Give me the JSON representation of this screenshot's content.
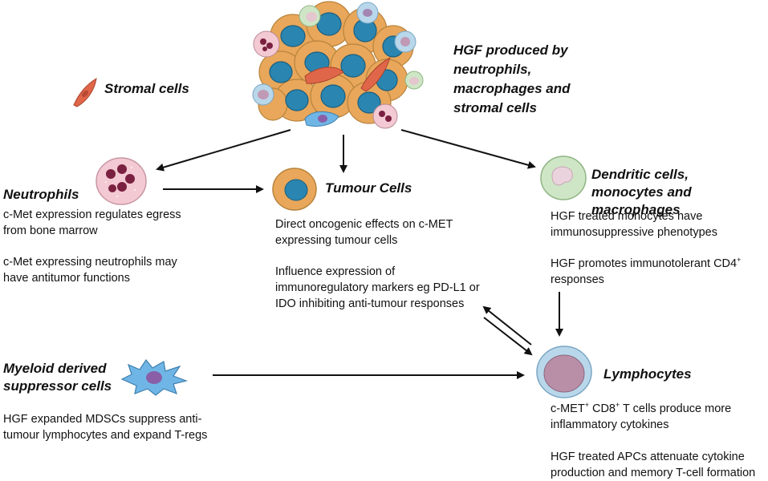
{
  "title_hgf": "HGF produced by neutrophils, macrophages and stromal cells",
  "stromal": {
    "label": "Stromal cells"
  },
  "neutrophils": {
    "heading": "Neutrophils",
    "text1": "c-Met expression regulates egress from bone marrow",
    "text2": "c-Met expressing neutrophils may have antitumor functions"
  },
  "tumour": {
    "heading": "Tumour Cells",
    "text1": "Direct oncogenic effects on c-MET expressing tumour cells",
    "text2": "Influence expression of immunoregulatory markers eg PD-L1 or IDO inhibiting anti-tumour responses"
  },
  "dendritic": {
    "heading": "Dendritic cells, monocytes and macrophages",
    "text1": "HGF treated monocytes have immunosuppressive phenotypes",
    "text2_main": "HGF promotes  immunotolerant CD4",
    "text2_sup": "+",
    "text2_end": " responses"
  },
  "mdsc": {
    "heading": "Myeloid derived suppressor cells",
    "text1": "HGF expanded MDSCs suppress anti-tumour lymphocytes and expand T-regs"
  },
  "lymphocytes": {
    "heading": "Lymphocytes",
    "text1_a": "c-MET",
    "text1_sup1": "+",
    "text1_b": " CD8",
    "text1_sup2": "+",
    "text1_c": " T cells produce more inflammatory cytokines",
    "text2": "HGF treated APCs attenuate cytokine production and memory T-cell formation"
  },
  "colors": {
    "tumour_cell": "#e8a75a",
    "tumour_nucleus": "#2a86b0",
    "neutrophil": "#f3c9d3",
    "stromal": "#e0664a",
    "mdsc": "#6fb6e6",
    "dendritic": "#cfe6c6",
    "lymphocyte": "#b9d7ea"
  }
}
